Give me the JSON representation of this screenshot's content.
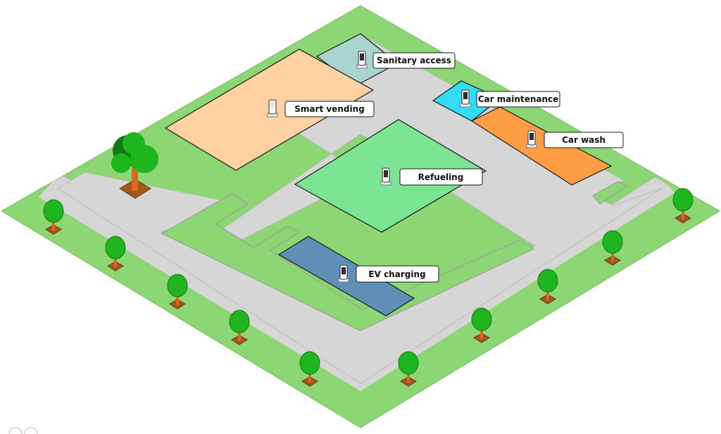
{
  "colors": {
    "grass": "#8cd673",
    "grass_stroke": "#6fae5a",
    "pavement": "#d6d6d6",
    "road_marking": "#ffffff",
    "label_fill": "#ffffff",
    "label_stroke": "#1a1a1a",
    "trunk": "#d8691e",
    "tree_base": "#a0581f",
    "foliage": "#1fb51f",
    "foliage_dark": "#127a12"
  },
  "zones": [
    {
      "id": "sanitary-access",
      "label": "Sanitary access",
      "color": "#a9d4cf",
      "icon": "terminal-icon"
    },
    {
      "id": "smart-vending",
      "label": "Smart vending",
      "color": "#ffd1a3",
      "icon": "terminal-icon"
    },
    {
      "id": "car-maintenance",
      "label": "Car maintenance",
      "color": "#33dcf2",
      "icon": "terminal-icon"
    },
    {
      "id": "car-wash",
      "label": "Car wash",
      "color": "#ff9d45",
      "icon": "terminal-icon"
    },
    {
      "id": "refueling",
      "label": "Refueling",
      "color": "#7ce594",
      "icon": "terminal-icon"
    },
    {
      "id": "ev-charging",
      "label": "EV charging",
      "color": "#5f8fb6",
      "icon": "terminal-icon"
    }
  ]
}
